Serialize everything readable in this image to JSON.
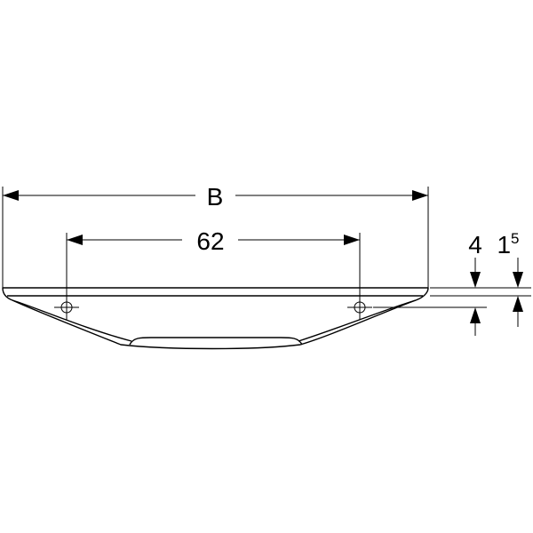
{
  "diagram": {
    "dimensions": {
      "overall_width": "B",
      "hole_spacing": "62",
      "rim_thickness": "4",
      "offset_base": "1",
      "offset_sup": "5"
    },
    "colors": {
      "line": "#000000",
      "background": "#ffffff"
    }
  }
}
